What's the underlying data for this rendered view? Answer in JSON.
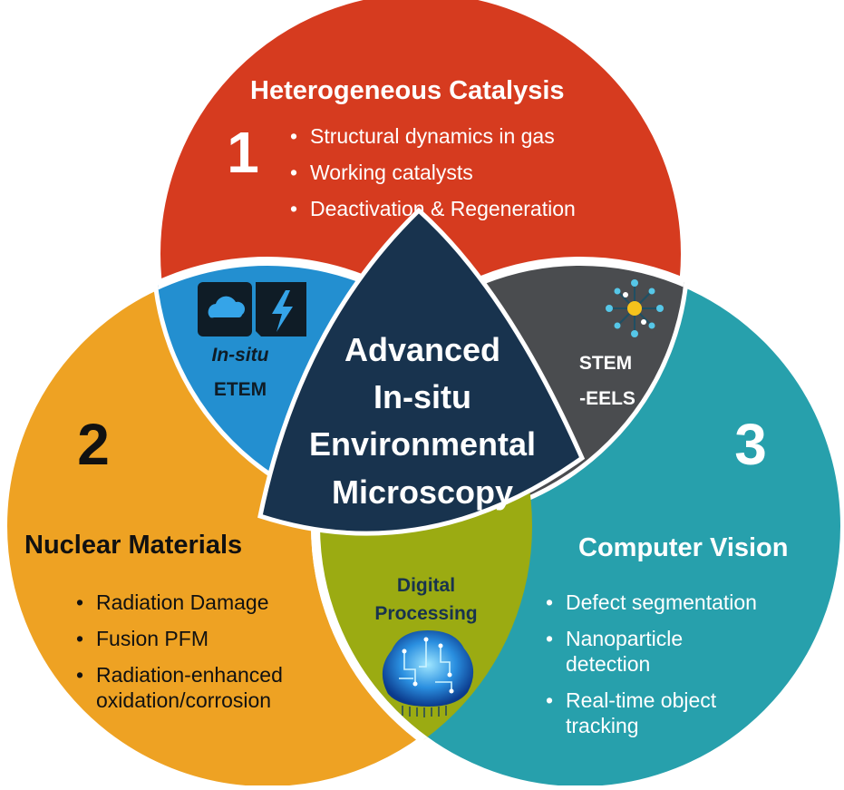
{
  "center": {
    "lines": [
      "Advanced",
      "In-situ",
      "Environmental",
      "Microscopy"
    ]
  },
  "section1": {
    "number": "1",
    "title": "Heterogeneous Catalysis",
    "bullets": [
      "Structural dynamics in gas",
      "Working catalysts",
      "Deactivation & Regeneration"
    ]
  },
  "section2": {
    "number": "2",
    "title": "Nuclear Materials",
    "bullets": [
      "Radiation Damage",
      "Fusion PFM",
      "Radiation-enhanced oxidation/corrosion"
    ]
  },
  "section3": {
    "number": "3",
    "title": "Computer Vision",
    "bullets": [
      "Defect segmentation",
      "Nanoparticle detection",
      "Real-time object tracking"
    ]
  },
  "overlap_etem": {
    "line1": "In-situ",
    "line2": "ETEM",
    "icons": [
      "cloud-icon",
      "lightning-icon"
    ]
  },
  "overlap_stem": {
    "line1": "STEM",
    "line2": "-EELS",
    "icon": "network-icon"
  },
  "overlap_digital": {
    "line1": "Digital",
    "line2": "Processing",
    "icon": "brain-circuit-icon"
  },
  "colors": {
    "red": "#d63b1f",
    "orange": "#eea223",
    "teal": "#27a0ac",
    "blue": "#238fd0",
    "gray": "#4a4c4f",
    "olive": "#9bab12",
    "navy": "#18334e"
  }
}
